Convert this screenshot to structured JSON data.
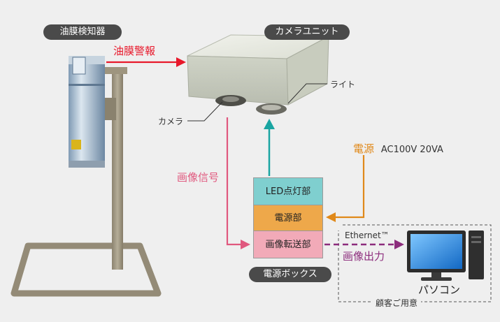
{
  "sensor": {
    "title": "油膜検知器"
  },
  "camera_unit": {
    "title": "カメラユニット",
    "camera_label": "カメラ",
    "light_label": "ライト"
  },
  "signals": {
    "warning": "油膜警報",
    "image_signal": "画像信号",
    "image_output": "画像出力",
    "ethernet": "Ethernet™"
  },
  "power": {
    "label": "電源",
    "spec": "AC100V  20VA"
  },
  "power_box": {
    "title": "電源ボックス",
    "sections": [
      "LED点灯部",
      "電源部",
      "画像転送部"
    ]
  },
  "pc": {
    "label": "パソコン",
    "note": "顧客ご用意"
  },
  "colors": {
    "warning_arrow": "#e8182b",
    "image_signal_arrow": "#e0587e",
    "camera_arrow": "#1aa5a2",
    "power_arrow": "#e0891a",
    "output_arrow": "#8c2c7c",
    "led_section": "#7fcfcf",
    "power_section": "#eea84a",
    "transfer_section": "#f2aab8"
  }
}
